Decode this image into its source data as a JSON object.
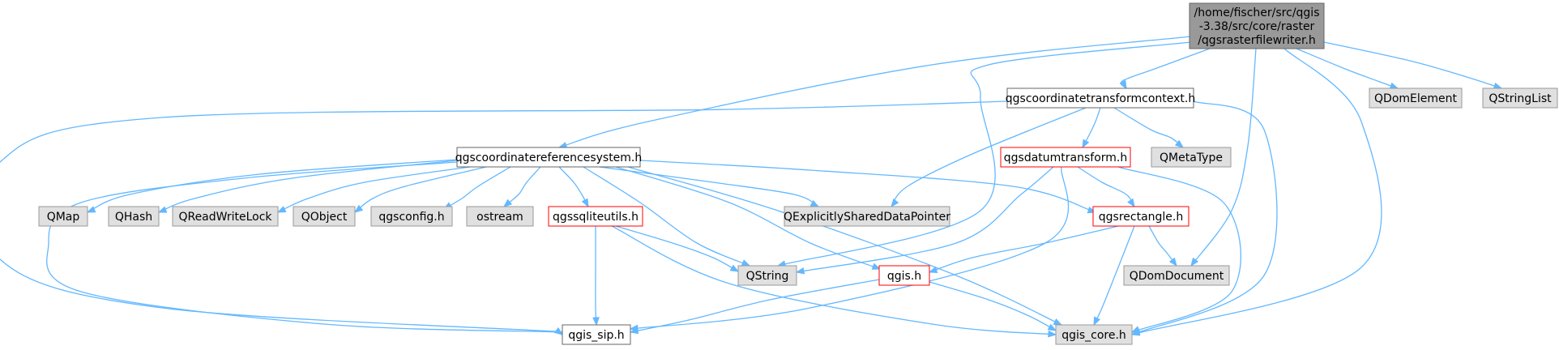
{
  "colors": {
    "edge": "#63b8ff",
    "root_fill": "#999999",
    "root_border": "#666666",
    "doc_fill": "#ffffff",
    "doc_border": "#666666",
    "partial_fill": "#ffffff",
    "partial_border": "#ff0000",
    "external_fill": "#e0e0e0",
    "external_border": "#999999"
  },
  "nodes": {
    "root": [
      "/home/fischer/src/qgis",
      "-3.38/src/core/raster",
      "/qgsrasterfilewriter.h"
    ],
    "ctc": [
      "qgscoordinatetransformcontext.h"
    ],
    "crs": [
      "qgscoordinatereferencesystem.h"
    ],
    "datum": [
      "qgsdatumtransform.h"
    ],
    "rect": [
      "qgsrectangle.h"
    ],
    "sqlite": [
      "qgssqliteutils.h"
    ],
    "qgis": [
      "qgis.h"
    ],
    "sip": [
      "qgis_sip.h"
    ],
    "core": [
      "qgis_core.h"
    ],
    "qdomelement": [
      "QDomElement"
    ],
    "qstringlist": [
      "QStringList"
    ],
    "qmetatype": [
      "QMetaType"
    ],
    "qmap": [
      "QMap"
    ],
    "qhash": [
      "QHash"
    ],
    "qrwlock": [
      "QReadWriteLock"
    ],
    "qobject": [
      "QObject"
    ],
    "qgsconfig": [
      "qgsconfig.h"
    ],
    "ostream": [
      "ostream"
    ],
    "qesdp": [
      "QExplicitlySharedDataPointer"
    ],
    "qstring": [
      "QString"
    ],
    "qdomdocument": [
      "QDomDocument"
    ]
  }
}
